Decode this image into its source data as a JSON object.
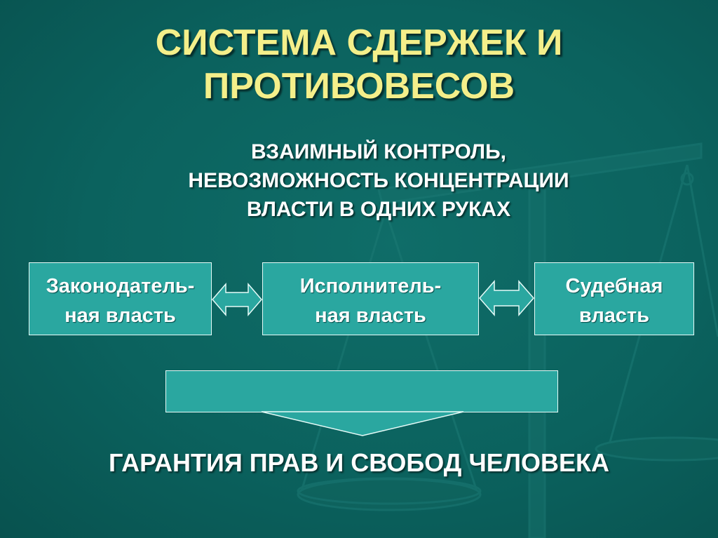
{
  "title": {
    "line1": "СИСТЕМА СДЕРЖЕК И",
    "line2": "ПРОТИВОВЕСОВ"
  },
  "subtitle": {
    "line1": "ВЗАИМНЫЙ КОНТРОЛЬ,",
    "line2": "НЕВОЗМОЖНОСТЬ КОНЦЕНТРАЦИИ",
    "line3": "ВЛАСТИ В ОДНИХ РУКАХ"
  },
  "branches": [
    {
      "line1": "Законодатель-",
      "line2": "ная власть"
    },
    {
      "line1": "Исполнитель-",
      "line2": "ная власть"
    },
    {
      "line1": "Судебная",
      "line2": "власть"
    }
  ],
  "conclusion": "ГАРАНТИЯ ПРАВ И СВОБОД ЧЕЛОВЕКА",
  "colors": {
    "background": "#0b625e",
    "box_fill": "#2aa7a0",
    "title_text": "#f4ef8a",
    "body_text": "#ffffff",
    "arrow_fill": "#2aa7a0",
    "arrow_border": "#e6fbf8"
  },
  "icons": {
    "background_image": "scales-of-justice-icon",
    "connectors": "double-arrow-icon",
    "result_pointer": "down-arrow-icon"
  }
}
